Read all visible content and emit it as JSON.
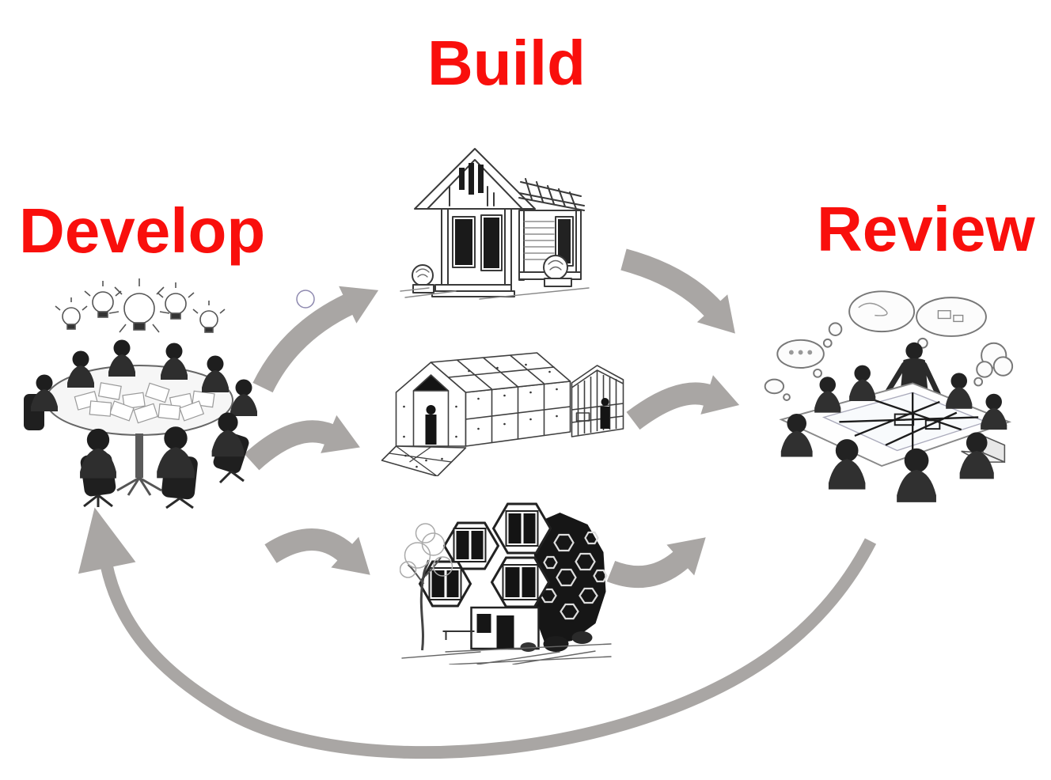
{
  "diagram": {
    "background": "#ffffff",
    "colors": {
      "stage_label": "#f90f0c",
      "arrow": "#a9a6a4",
      "sketch_ink": "#222222"
    },
    "stages": [
      {
        "id": "develop",
        "label": "Develop",
        "illustration": "team-brainstorm-round-table-sketch"
      },
      {
        "id": "build",
        "label": "Build",
        "illustrations": [
          "timber-cabin-sketch",
          "modular-panel-shed-sketch",
          "hexagon-house-sketch"
        ]
      },
      {
        "id": "review",
        "label": "Review",
        "illustration": "team-blueprint-review-sketch"
      }
    ],
    "arrows": [
      {
        "from": "develop",
        "to": "build-cabin"
      },
      {
        "from": "develop",
        "to": "build-modular-shed"
      },
      {
        "from": "develop",
        "to": "build-hexagon-house"
      },
      {
        "from": "build-cabin",
        "to": "review"
      },
      {
        "from": "build-modular-shed",
        "to": "review"
      },
      {
        "from": "build-hexagon-house",
        "to": "review"
      },
      {
        "from": "review",
        "to": "develop"
      }
    ],
    "decorations": [
      "small-circle-outline"
    ]
  }
}
